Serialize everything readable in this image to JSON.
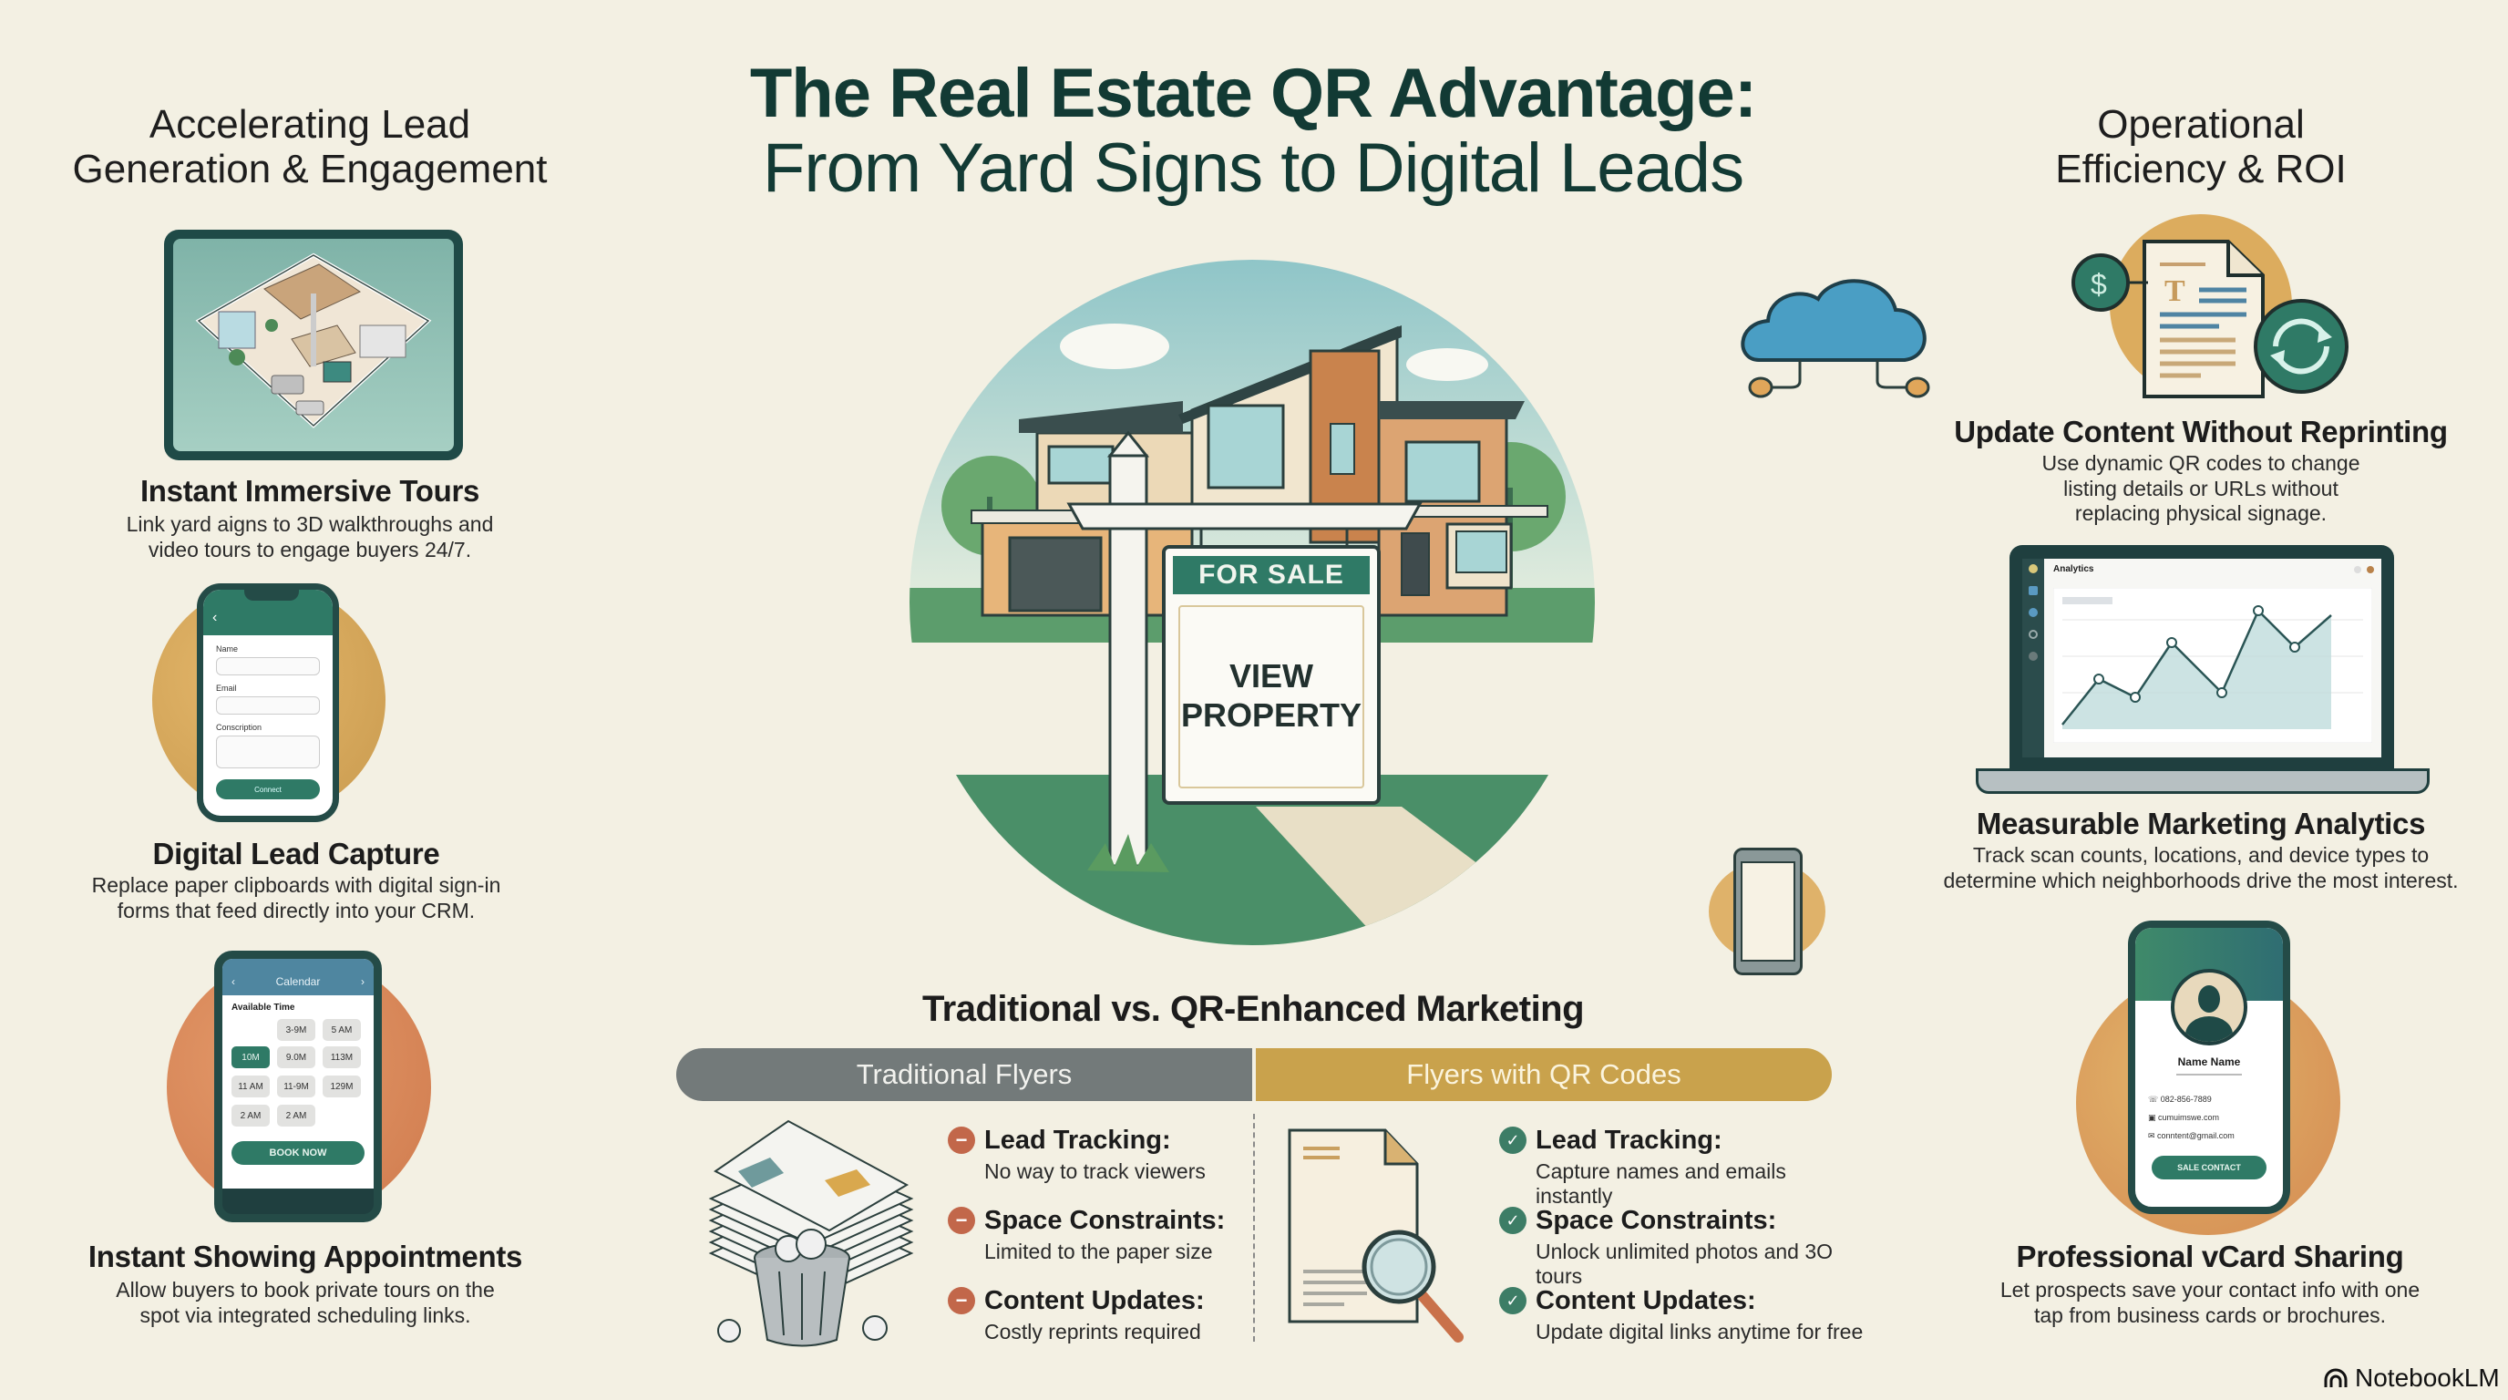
{
  "title": {
    "line1": "The Real Estate QR Advantage:",
    "line2": "From Yard Signs to Digital Leads"
  },
  "left_column": {
    "heading_line1": "Accelerating Lead",
    "heading_line2": "Generation & Engagement",
    "features": [
      {
        "title": "Instant Immersive Tours",
        "desc_line1": "Link yard aigns to 3D walkthroughs and",
        "desc_line2": "video tours to engage buyers 24/7.",
        "icon": "tablet-floorplan-icon"
      },
      {
        "title": "Digital Lead Capture",
        "desc_line1": "Replace paper clipboards with digital sign-in",
        "desc_line2": "forms that feed directly into your CRM.",
        "icon": "phone-form-icon",
        "form": {
          "field1_label": "Name",
          "field2_label": "Email",
          "field3_label": "Conscription",
          "button": "Connect"
        }
      },
      {
        "title": "Instant Showing Appointments",
        "desc_line1": "Allow buyers to book private tours on the",
        "desc_line2": "spot via integrated scheduling links.",
        "icon": "phone-calendar-icon",
        "calendar": {
          "header": "Calendar",
          "subheader": "Available Time",
          "slots": [
            "3-9M",
            "5 AM",
            "10M",
            "9.0M",
            "113M",
            "11 AM",
            "11-9M",
            "129M",
            "2 AM",
            "2 AM"
          ],
          "selected_slot": "10M",
          "button": "BOOK NOW"
        }
      }
    ]
  },
  "center": {
    "sign_header": "FOR SALE",
    "sign_line1": "VIEW",
    "sign_line2": "PROPERTY"
  },
  "right_column": {
    "heading_line1": "Operational",
    "heading_line2": "Efficiency & ROI",
    "features": [
      {
        "title": "Update Content Without Reprinting",
        "desc_line1": "Use dynamic QR codes to change",
        "desc_line2": "listing details or URLs without",
        "desc_line3": "replacing physical signage.",
        "icon": "document-refresh-icon"
      },
      {
        "title": "Measurable Marketing Analytics",
        "desc_line1": "Track scan counts, locations, and device types to",
        "desc_line2": "determine which neighborhoods drive the most interest.",
        "icon": "laptop-analytics-icon",
        "screen_title": "Analytics"
      },
      {
        "title": "Professional vCard Sharing",
        "desc_line1": "Let prospects save your contact info with one",
        "desc_line2": "tap from business cards or brochures.",
        "icon": "phone-vcard-icon",
        "vcard": {
          "name": "Name Name",
          "phone": "082-856-7889",
          "website": "cumuimswe.com",
          "email": "conntent@gmail.com",
          "button": "SALE CONTACT"
        }
      }
    ]
  },
  "comparison": {
    "heading": "Traditional vs. QR-Enhanced Marketing",
    "left_header": "Traditional Flyers",
    "right_header": "Flyers with QR Codes",
    "traditional": [
      {
        "label": "Lead Tracking:",
        "value": "No way to track viewers"
      },
      {
        "label": "Space Constraints:",
        "value": "Limited to the paper size"
      },
      {
        "label": "Content Updates:",
        "value": "Costly reprints required"
      }
    ],
    "qr": [
      {
        "label": "Lead Tracking:",
        "value": "Capture names and emails instantly"
      },
      {
        "label": "Space Constraints:",
        "value": "Unlock unlimited photos and 3O tours"
      },
      {
        "label": "Content Updates:",
        "value": "Update digital links anytime for free"
      }
    ],
    "minus_glyph": "−",
    "check_glyph": "✓"
  },
  "colors": {
    "background": "#f3f0e3",
    "title": "#123a34",
    "teal": "#2f7a66",
    "dark_teal": "#244b47",
    "gold": "#c9a24c",
    "grey_bar": "#737a7a",
    "orange": "#d9895a",
    "cloud_blue": "#4a9ec4"
  },
  "footer": {
    "brand": "NotebookLM"
  }
}
